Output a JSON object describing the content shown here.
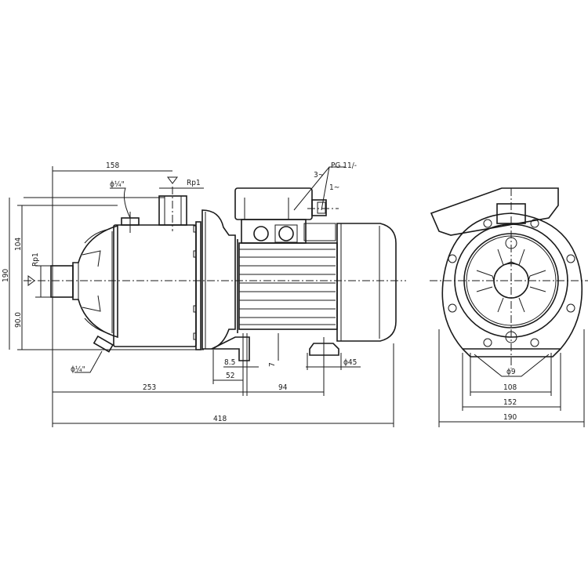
{
  "drawing": {
    "type": "technical dimension drawing",
    "subject": "horizontal multistage centrifugal pump",
    "views": [
      "side view",
      "end view"
    ],
    "line_color": "#1a1a1a",
    "background": "#ffffff"
  },
  "side_view": {
    "dimensions": {
      "top_width": "158",
      "discharge_thread": "Rp1",
      "vent_plug": "ϕ¼\"",
      "cable_gland": "PG 11/-",
      "callout_3": "3~",
      "callout_1": "1~",
      "overall_height": "190",
      "height_to_top": "104",
      "height_to_axis": "90.0",
      "suction_thread": "Rp1",
      "drain_plug": "ϕ¼\"",
      "foot_thickness": "8.5",
      "foot_offset": "52",
      "foot_height": "7",
      "foot_width": "ϕ45",
      "suction_to_foot": "253",
      "foot_spacing": "94",
      "overall_length": "418"
    }
  },
  "end_view": {
    "dimensions": {
      "hole_diameter": "ϕ9",
      "foot_hole_spacing": "108",
      "foot_width": "152",
      "overall_width": "190"
    }
  }
}
